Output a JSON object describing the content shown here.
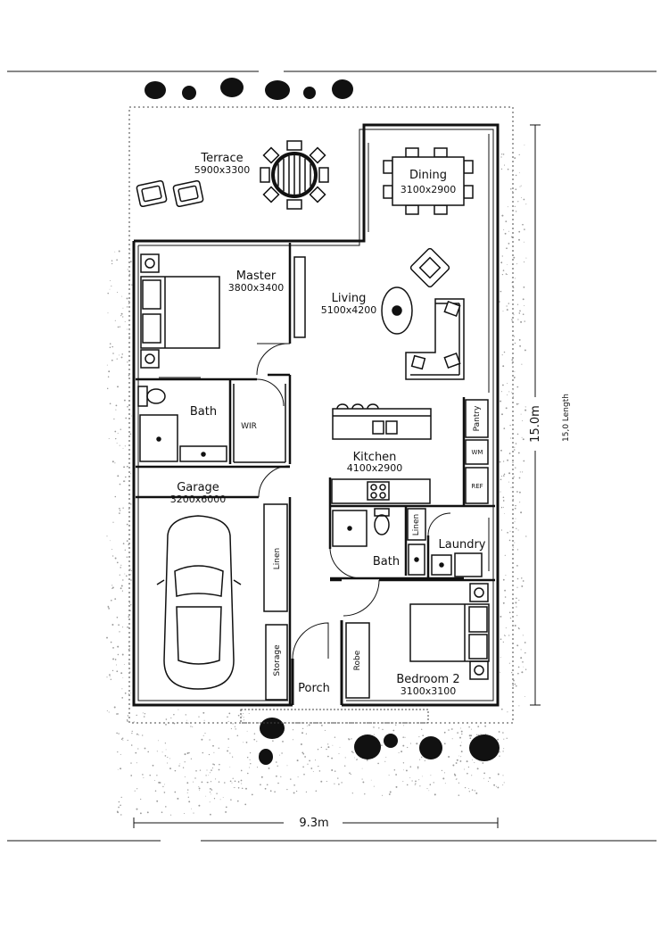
{
  "colors": {
    "ink": "#111111",
    "paper": "#ffffff",
    "hatch": "#9a9a9a"
  },
  "rooms": {
    "terrace": {
      "name": "Terrace",
      "dims": "5900x3300"
    },
    "dining": {
      "name": "Dining",
      "dims": "3100x2900"
    },
    "master": {
      "name": "Master",
      "dims": "3800x3400"
    },
    "living": {
      "name": "Living",
      "dims": "5100x4200"
    },
    "bath1": {
      "name": "Bath"
    },
    "wir": {
      "name": "WIR"
    },
    "kitchen": {
      "name": "Kitchen",
      "dims": "4100x2900"
    },
    "garage": {
      "name": "Garage",
      "dims": "3200x6000"
    },
    "linen_garage": {
      "name": "Linen"
    },
    "storage": {
      "name": "Storage"
    },
    "bath2": {
      "name": "Bath"
    },
    "linen_hall": {
      "name": "Linen"
    },
    "laundry": {
      "name": "Laundry"
    },
    "pantry": {
      "name": "Pantry"
    },
    "wm": {
      "name": "WM"
    },
    "ref": {
      "name": "REF"
    },
    "robe": {
      "name": "Robe"
    },
    "bedroom2": {
      "name": "Bedroom 2",
      "dims": "3100x3100"
    },
    "porch": {
      "name": "Porch"
    }
  },
  "dimensions": {
    "width": "9.3m",
    "length": "15.0m",
    "length_note": "15,0 Length"
  }
}
